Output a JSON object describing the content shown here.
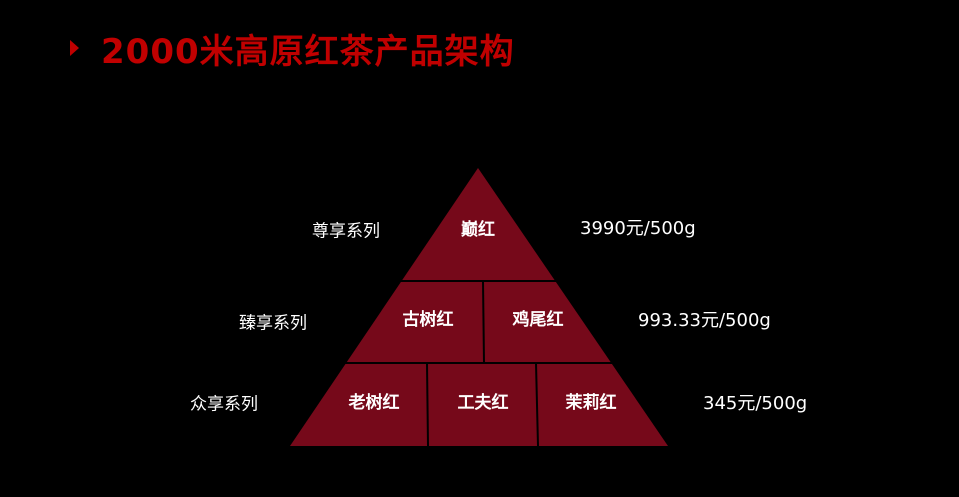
{
  "title": "2000米高原红茶产品架构",
  "colors": {
    "background": "#000000",
    "title": "#c00000",
    "pyramid_fill": "#76091a",
    "divider": "#000000",
    "text": "#ffffff"
  },
  "tiers": [
    {
      "series": "尊享系列",
      "price": "3990元/500g",
      "products": [
        "巅红"
      ]
    },
    {
      "series": "臻享系列",
      "price": "993.33元/500g",
      "products": [
        "古树红",
        "鸡尾红"
      ]
    },
    {
      "series": "众享系列",
      "price": "345元/500g",
      "products": [
        "老树红",
        "工夫红",
        "茉莉红"
      ]
    }
  ]
}
